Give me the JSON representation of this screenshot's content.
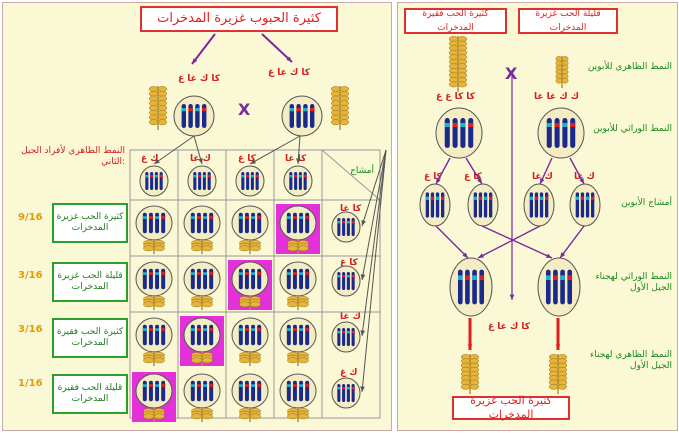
{
  "left": {
    "title": "كثيرة الحبوب غزيرة المدخرات",
    "parent_genotype_left": "كا ك  غا غ",
    "parent_genotype_right": "كا ك  غا غ",
    "cross_symbol": "X",
    "phenotype_header": "النمط الظاهري لأفراد الجيل الثاني:",
    "gametes_label": "أمشاج",
    "gamete_columns": [
      "ك غ",
      "ك غا",
      "كا غ",
      "كا غا"
    ],
    "gamete_rows": [
      "كا غا",
      "كا غ",
      "ك غا",
      "ك غ"
    ],
    "outcomes": [
      {
        "ratio": "9/16",
        "label": "كثيرة الحب غزيرة المدخرات"
      },
      {
        "ratio": "3/16",
        "label": "قليلة الحب غزيرة المدخرات"
      },
      {
        "ratio": "3/16",
        "label": "كثيرة الحب فقيرة المدخرات"
      },
      {
        "ratio": "1/16",
        "label": "قليلة الحب فقيرة المدخرات"
      }
    ]
  },
  "right": {
    "parent_box_left": "كثيرة الحب فقيرة المدخرات",
    "parent_box_right": "قليلة الحب غزيرة المدخرات",
    "label_parent_phenotype": "النمط الظاهري للأبوين",
    "label_parent_genotype": "النمط الوراثي للأبوين",
    "label_gametes": "أمشاج الأبوين",
    "label_f1_genotype": "النمط الوراثي لهجناء الجيل الأول",
    "label_f1_phenotype": "النمط الظاهري لهجناء الجيل الأول",
    "genotype_left": "كا كا  غ غ",
    "genotype_right": "ك ك  غا غا",
    "gamete_left_1": "كا غ",
    "gamete_left_2": "كا غ",
    "gamete_right_1": "ك غا",
    "gamete_right_2": "ك غا",
    "cross_symbol": "X",
    "f1_genotype": "كا ك  غا غ",
    "result_box": "كثيرة الحب غزيرة المدخرات"
  },
  "colors": {
    "red": "#e02020",
    "purple": "#7a2a9a",
    "green": "#1b8a1b",
    "orange": "#e69a00",
    "magenta": "#e430d8"
  }
}
